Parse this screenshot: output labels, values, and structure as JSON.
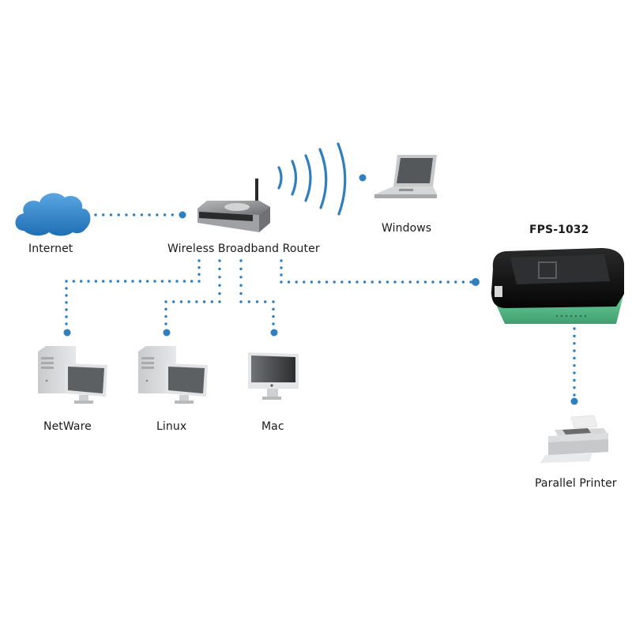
{
  "title": "FPS-1032 network diagram",
  "colors": {
    "link": "#2f7fbf",
    "cloud": "#3a8ad0",
    "device_body": "#d9dadb",
    "screen": "#5d6063",
    "print_server_top": "#151515",
    "print_server_base": "#5dbf8e"
  },
  "nodes": {
    "internet": {
      "label": "Internet",
      "icon": "cloud-icon"
    },
    "router": {
      "label": "Wireless Broadband Router",
      "icon": "router-icon"
    },
    "windows": {
      "label": "Windows",
      "icon": "laptop-icon"
    },
    "print_server": {
      "label": "FPS-1032",
      "icon": "print-server-icon"
    },
    "netware": {
      "label": "NetWare",
      "icon": "desktop-pc-icon"
    },
    "linux": {
      "label": "Linux",
      "icon": "desktop-pc-icon"
    },
    "mac": {
      "label": "Mac",
      "icon": "imac-icon"
    },
    "printer": {
      "label": "Parallel Printer",
      "icon": "printer-icon"
    }
  },
  "connections": [
    {
      "from": "internet",
      "to": "router",
      "type": "wired"
    },
    {
      "from": "router",
      "to": "windows",
      "type": "wireless"
    },
    {
      "from": "router",
      "to": "netware",
      "type": "wired"
    },
    {
      "from": "router",
      "to": "linux",
      "type": "wired"
    },
    {
      "from": "router",
      "to": "mac",
      "type": "wired"
    },
    {
      "from": "router",
      "to": "print_server",
      "type": "wired"
    },
    {
      "from": "print_server",
      "to": "printer",
      "type": "wired"
    }
  ]
}
